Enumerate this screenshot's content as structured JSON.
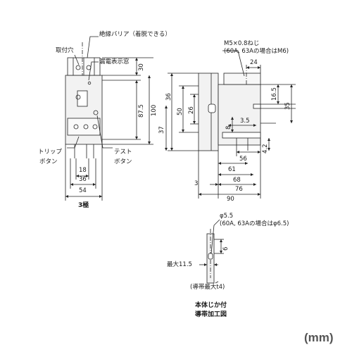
{
  "labels": {
    "insulation_barrier": "絶縁バリア（着脱できる）",
    "mounting_hole": "取付穴",
    "leak_window": "漏電表示窓",
    "trip_button_1": "トリップ",
    "trip_button_2": "ボタン",
    "test_button_1": "テスト",
    "test_button_2": "ボタン",
    "poles": "3極",
    "screw_spec": "M5×0.8ねじ",
    "screw_note": "(60A, 63Aの場合はM6)",
    "hole_spec": "φ5.5",
    "hole_note": "(60A, 63Aの場合はφ6.5)",
    "max_label": "最大11.5",
    "band_max": "(導帯最大t4)",
    "title_line1": "本体じか付",
    "title_line2": "導帯加工図",
    "unit": "(mm)"
  },
  "dimensions": {
    "front": {
      "w18": "18",
      "w36": "36",
      "w54": "54",
      "h30": "30",
      "h87_5": "87.5",
      "h100": "100"
    },
    "side": {
      "d24": "24",
      "d16_5": "16.5",
      "d35": "35",
      "d36": "36",
      "d26": "26",
      "d50": "50",
      "d37": "37",
      "d8": "8",
      "d3_5": "3.5",
      "d4_2": "4.2",
      "d56": "56",
      "d61": "61",
      "d68": "68",
      "d3": "3",
      "d76": "76",
      "d90": "90"
    },
    "band": {
      "d6": "6"
    }
  }
}
